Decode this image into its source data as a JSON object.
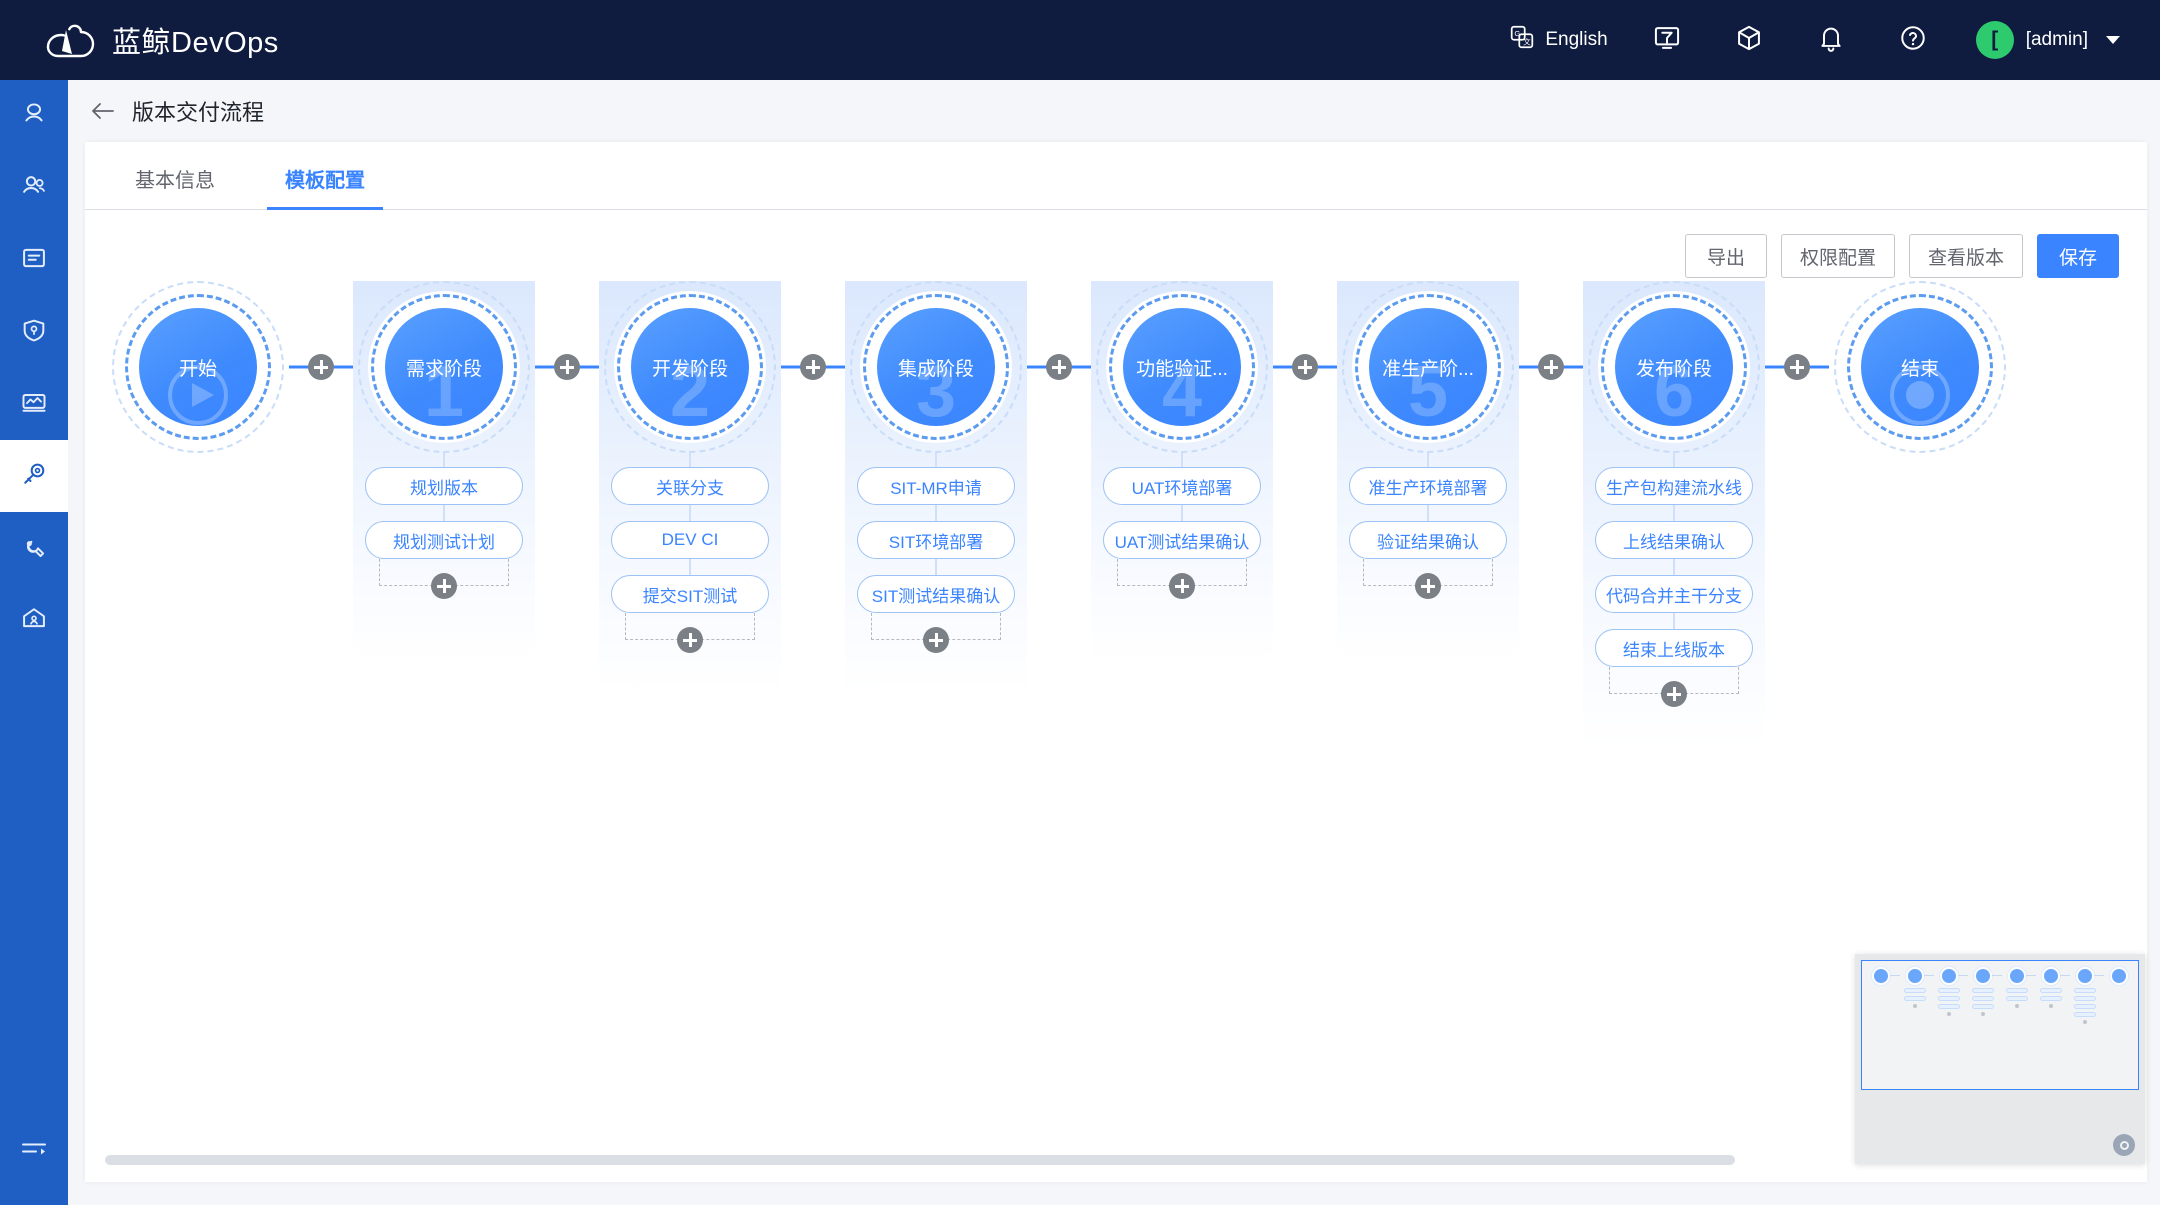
{
  "topnav": {
    "brand": "蓝鲸DevOps",
    "brand_logo_icon": "whale-logo-icon",
    "language": {
      "label": "English",
      "icon": "translate-icon"
    },
    "icons": [
      {
        "name": "monitor-icon",
        "glyph": "monitor"
      },
      {
        "name": "cube-icon",
        "glyph": "cube"
      },
      {
        "name": "bell-icon",
        "glyph": "bell"
      },
      {
        "name": "help-icon",
        "glyph": "question"
      }
    ],
    "user": {
      "name": "[admin]",
      "avatar_letter": "[",
      "avatar_color": "#2dcb6e"
    }
  },
  "sidebar": {
    "items": [
      {
        "name": "sidebar-item-profile",
        "icon": "user-icon",
        "active": false
      },
      {
        "name": "sidebar-item-team",
        "icon": "users-icon",
        "active": false
      },
      {
        "name": "sidebar-item-document",
        "icon": "document-icon",
        "active": false
      },
      {
        "name": "sidebar-item-security",
        "icon": "shield-icon",
        "active": false
      },
      {
        "name": "sidebar-item-monitor",
        "icon": "chart-monitor-icon",
        "active": false
      },
      {
        "name": "sidebar-item-key",
        "icon": "key-icon",
        "active": true
      },
      {
        "name": "sidebar-item-tools",
        "icon": "wrench-icon",
        "active": false
      },
      {
        "name": "sidebar-item-home",
        "icon": "home-icon",
        "active": false
      }
    ],
    "collapse_icon": "collapse-menu-icon"
  },
  "page": {
    "back_icon": "back-arrow-icon",
    "title": "版本交付流程"
  },
  "tabs": [
    {
      "label": "基本信息",
      "active": false
    },
    {
      "label": "模板配置",
      "active": true
    }
  ],
  "toolbar": {
    "export_label": "导出",
    "permission_label": "权限配置",
    "version_label": "查看版本",
    "save_label": "保存",
    "primary_color": "#3a84ff"
  },
  "flow": {
    "start": {
      "label": "开始",
      "icon": "play-icon"
    },
    "end": {
      "label": "结束",
      "icon": "stop-icon"
    },
    "add_connector_icon": "plus-icon",
    "add_task_icon": "plus-icon",
    "stages": [
      {
        "number": "1",
        "label": "需求阶段",
        "tasks": [
          "规划版本",
          "规划测试计划"
        ]
      },
      {
        "number": "2",
        "label": "开发阶段",
        "tasks": [
          "关联分支",
          "DEV CI",
          "提交SIT测试"
        ]
      },
      {
        "number": "3",
        "label": "集成阶段",
        "tasks": [
          "SIT-MR申请",
          "SIT环境部署",
          "SIT测试结果确认"
        ]
      },
      {
        "number": "4",
        "label": "功能验证...",
        "tasks": [
          "UAT环境部署",
          "UAT测试结果确认"
        ]
      },
      {
        "number": "5",
        "label": "准生产阶...",
        "tasks": [
          "准生产环境部署",
          "验证结果确认"
        ]
      },
      {
        "number": "6",
        "label": "发布阶段",
        "tasks": [
          "生产包构建流水线",
          "上线结果确认",
          "代码合并主干分支",
          "结束上线版本"
        ]
      }
    ]
  },
  "minimap": {
    "toggle_icon": "eye-icon",
    "viewport_color": "#3a84ff",
    "columns": [
      {
        "pills": 0
      },
      {
        "pills": 2
      },
      {
        "pills": 3
      },
      {
        "pills": 3
      },
      {
        "pills": 2
      },
      {
        "pills": 2
      },
      {
        "pills": 4
      },
      {
        "pills": 0
      }
    ]
  },
  "scrollbar": {
    "orientation": "horizontal"
  }
}
